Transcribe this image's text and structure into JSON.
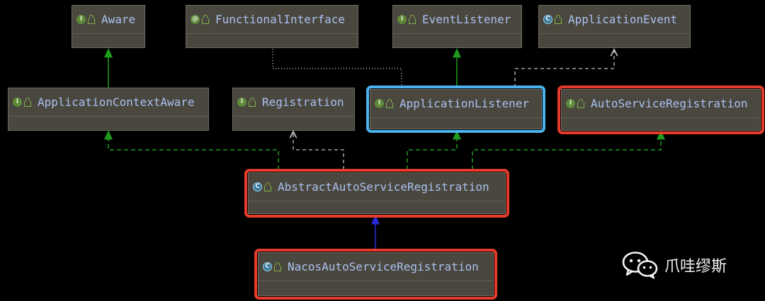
{
  "nodes": [
    {
      "id": "aware",
      "name": "Aware",
      "kind": "I"
    },
    {
      "id": "functional-interface",
      "name": "FunctionalInterface",
      "kind": "@"
    },
    {
      "id": "event-listener",
      "name": "EventListener",
      "kind": "I"
    },
    {
      "id": "application-event",
      "name": "ApplicationEvent",
      "kind": "C"
    },
    {
      "id": "application-context-aware",
      "name": "ApplicationContextAware",
      "kind": "I"
    },
    {
      "id": "registration",
      "name": "Registration",
      "kind": "I"
    },
    {
      "id": "application-listener",
      "name": "ApplicationListener",
      "kind": "I"
    },
    {
      "id": "auto-service-registration",
      "name": "AutoServiceRegistration",
      "kind": "I"
    },
    {
      "id": "abstract-auto-service-registration",
      "name": "AbstractAutoServiceRegistration",
      "kind": "C"
    },
    {
      "id": "nacos-auto-service-registration",
      "name": "NacosAutoServiceRegistration",
      "kind": "C"
    }
  ],
  "colors": {
    "background": "#000000",
    "node_fill": "#4a473e",
    "node_text": "#a9c1f1",
    "extends_interface": "#1f9a1f",
    "implements": "#1f9a1f",
    "extends_class": "#2a2ad8",
    "annotation_link": "#bdbdbd",
    "highlight_red": "#e63b2a",
    "highlight_blue": "#4ab3ef"
  },
  "watermark": {
    "text": "爪哇缪斯",
    "icon": "wechat-icon"
  }
}
